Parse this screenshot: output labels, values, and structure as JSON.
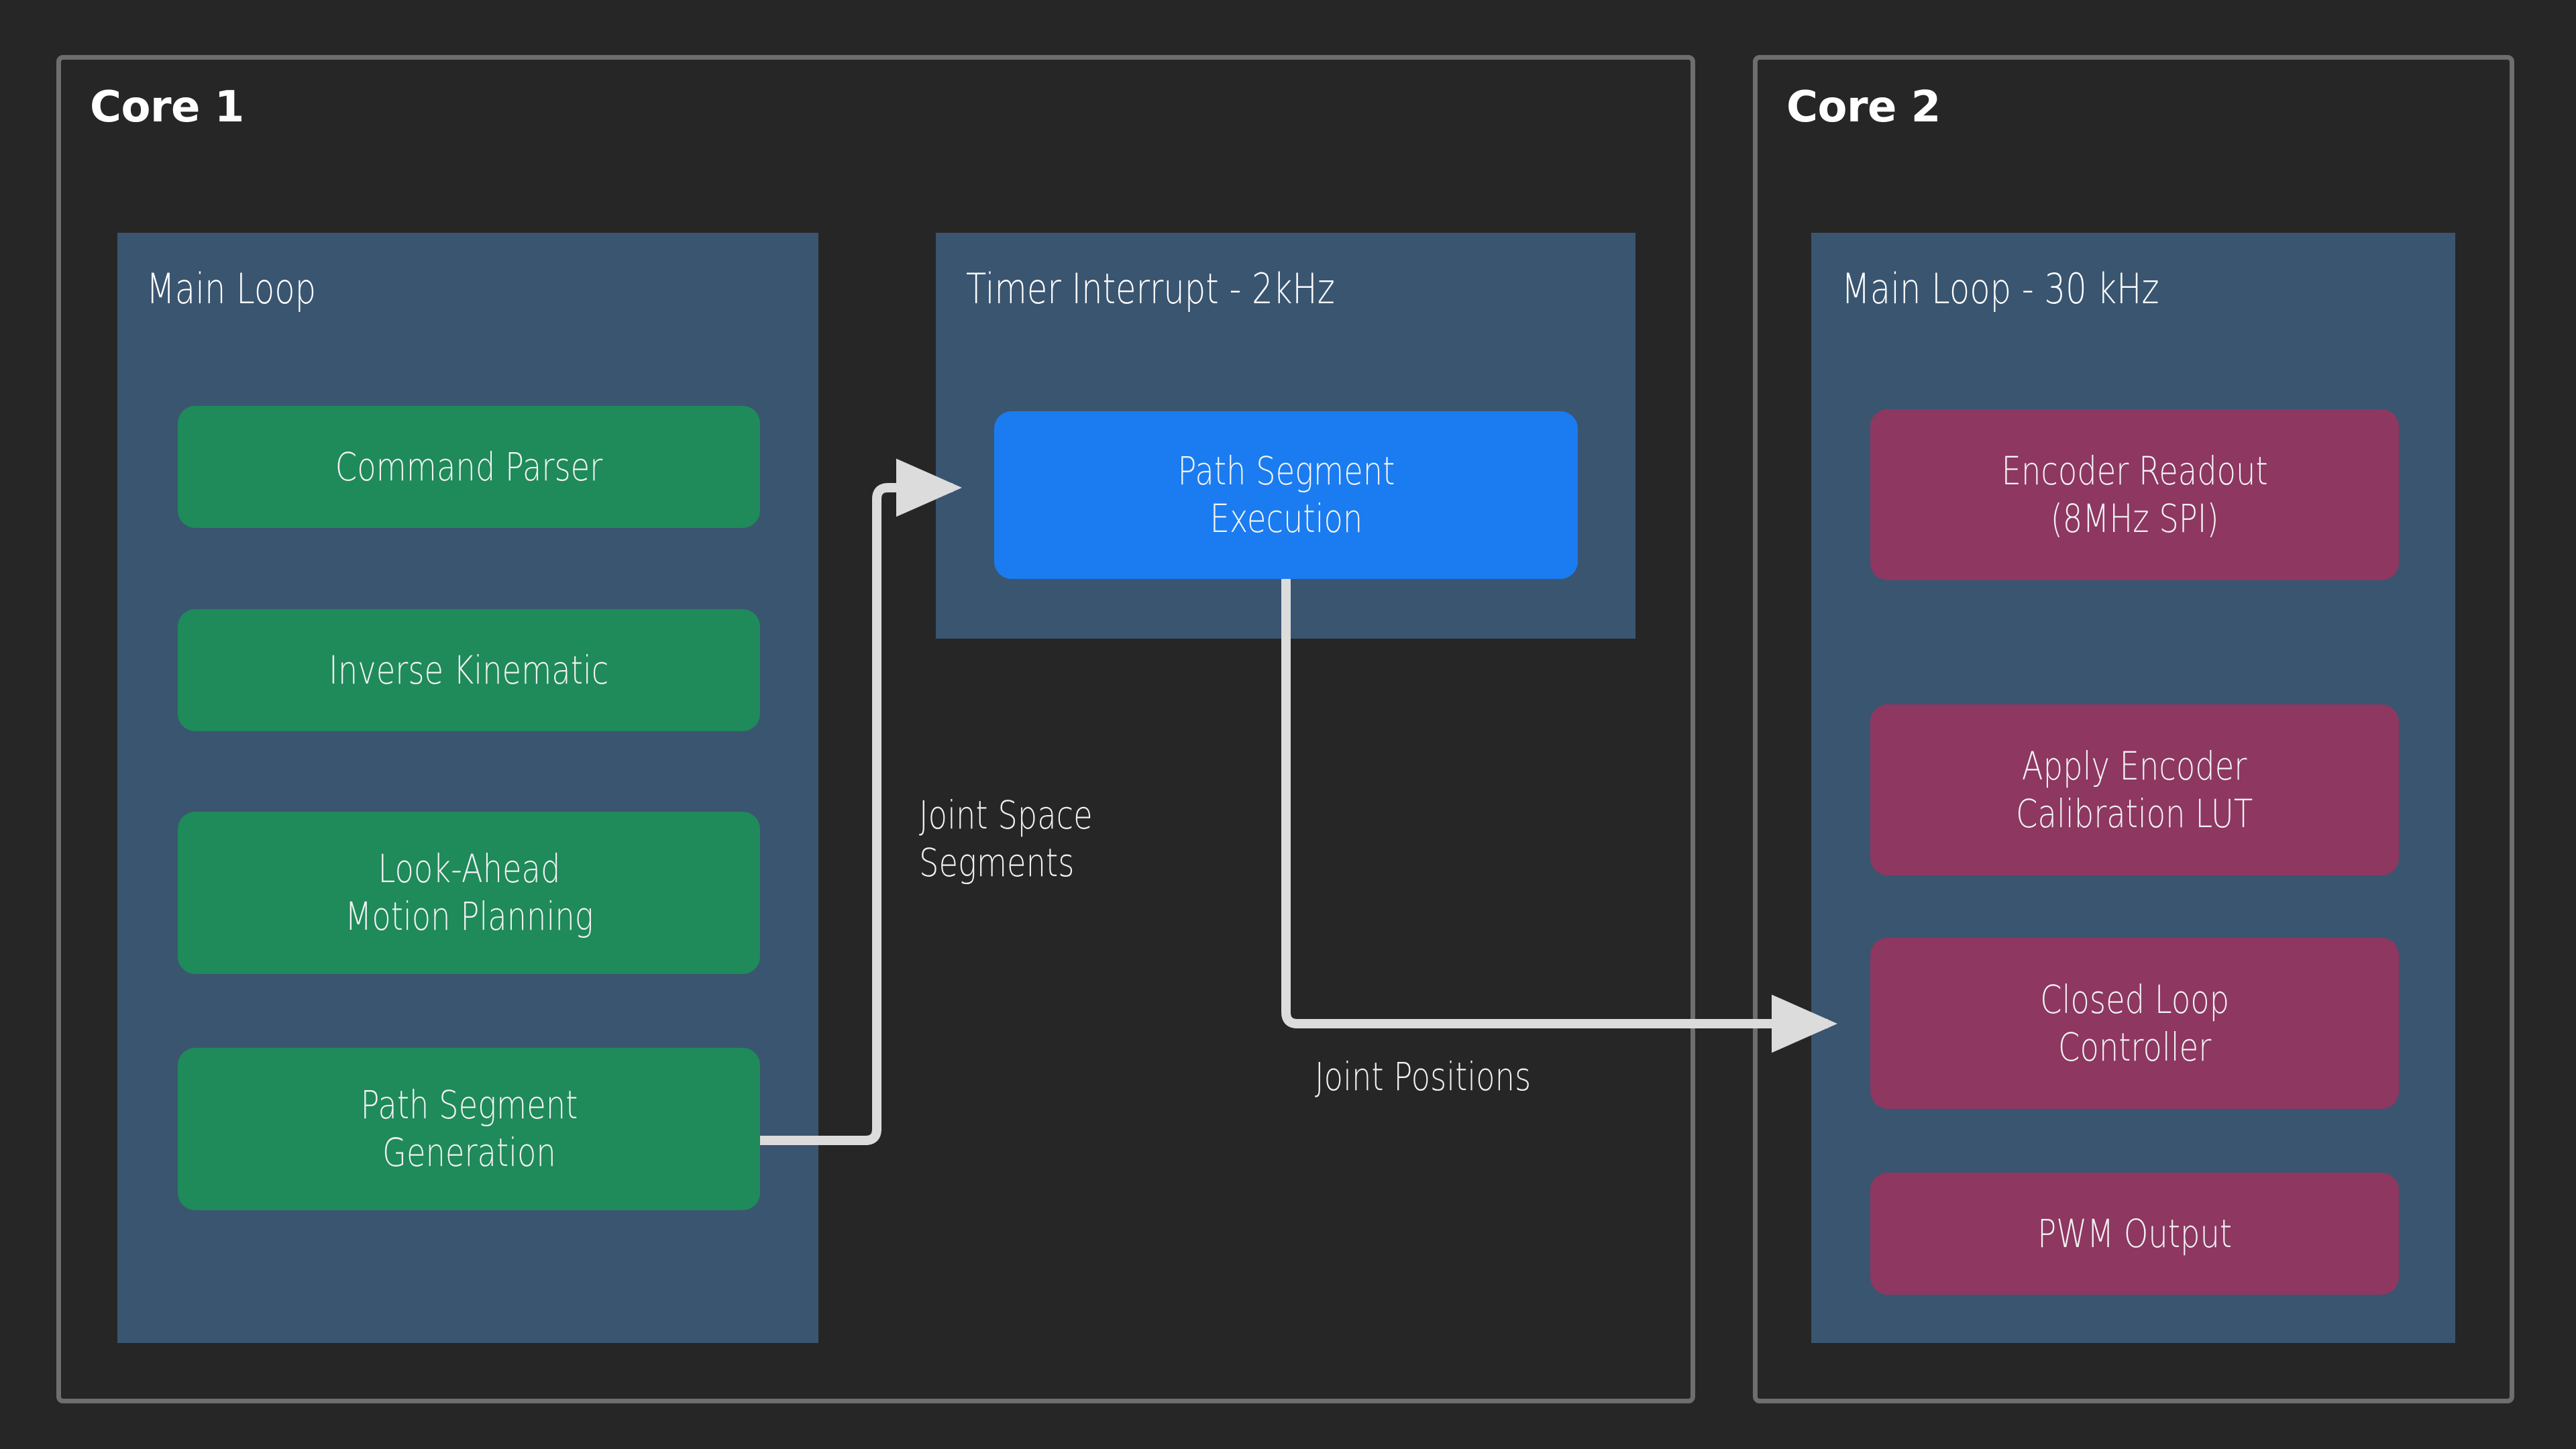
{
  "diagram": {
    "background_color": "#262626",
    "frame_border_color": "#6e6e6e",
    "panel_color": "#3a5570",
    "connector_color": "#dcdcdc",
    "colors": {
      "green": "#1f8a5a",
      "blue": "#1a7cf0",
      "maroon": "#8d3761",
      "text": "#f2f2f2"
    }
  },
  "cores": [
    {
      "id": "core-1",
      "title": "Core 1",
      "panels": [
        {
          "id": "core1-main-loop",
          "title": "Main Loop",
          "nodes": [
            {
              "id": "command-parser",
              "label": "Command Parser",
              "color": "green"
            },
            {
              "id": "inverse-kinematic",
              "label": "Inverse Kinematic",
              "color": "green"
            },
            {
              "id": "look-ahead-motion-planning",
              "label": "Look-Ahead\nMotion Planning",
              "color": "green"
            },
            {
              "id": "path-segment-generation",
              "label": "Path Segment\nGeneration",
              "color": "green"
            }
          ]
        },
        {
          "id": "core1-timer-interrupt",
          "title": "Timer Interrupt - 2kHz",
          "nodes": [
            {
              "id": "path-segment-execution",
              "label": "Path Segment\nExecution",
              "color": "blue"
            }
          ]
        }
      ]
    },
    {
      "id": "core-2",
      "title": "Core 2",
      "panels": [
        {
          "id": "core2-main-loop",
          "title": "Main Loop - 30 kHz",
          "nodes": [
            {
              "id": "encoder-readout",
              "label": "Encoder Readout\n(8MHz SPI)",
              "color": "maroon"
            },
            {
              "id": "apply-encoder-calibration-lut",
              "label": "Apply Encoder\nCalibration LUT",
              "color": "maroon"
            },
            {
              "id": "closed-loop-controller",
              "label": "Closed Loop\nController",
              "color": "maroon"
            },
            {
              "id": "pwm-output",
              "label": "PWM Output",
              "color": "maroon"
            }
          ]
        }
      ]
    }
  ],
  "connections": [
    {
      "id": "joint-space-segments",
      "label": "Joint Space\nSegments",
      "from": "path-segment-generation",
      "to": "path-segment-execution"
    },
    {
      "id": "joint-positions",
      "label": "Joint Positions",
      "from": "path-segment-execution",
      "to": "closed-loop-controller"
    }
  ]
}
